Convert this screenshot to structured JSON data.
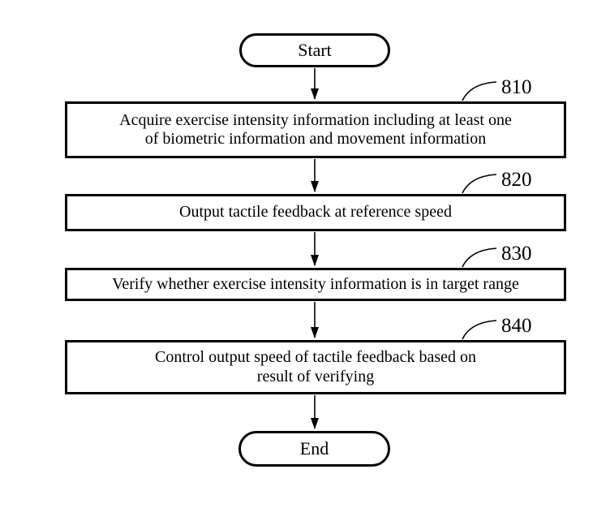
{
  "diagram": {
    "type": "flowchart",
    "colors": {
      "line": "#000000",
      "background": "#ffffff",
      "text": "#000000"
    },
    "start": {
      "label": "Start"
    },
    "end": {
      "label": "End"
    },
    "steps": [
      {
        "ref": "810",
        "label": "Acquire exercise intensity information including at least one\nof biometric information and movement information"
      },
      {
        "ref": "820",
        "label": "Output tactile feedback at reference speed"
      },
      {
        "ref": "830",
        "label": "Verify whether exercise intensity information is in target range"
      },
      {
        "ref": "840",
        "label": "Control output speed of tactile feedback based on\nresult of verifying"
      }
    ]
  }
}
